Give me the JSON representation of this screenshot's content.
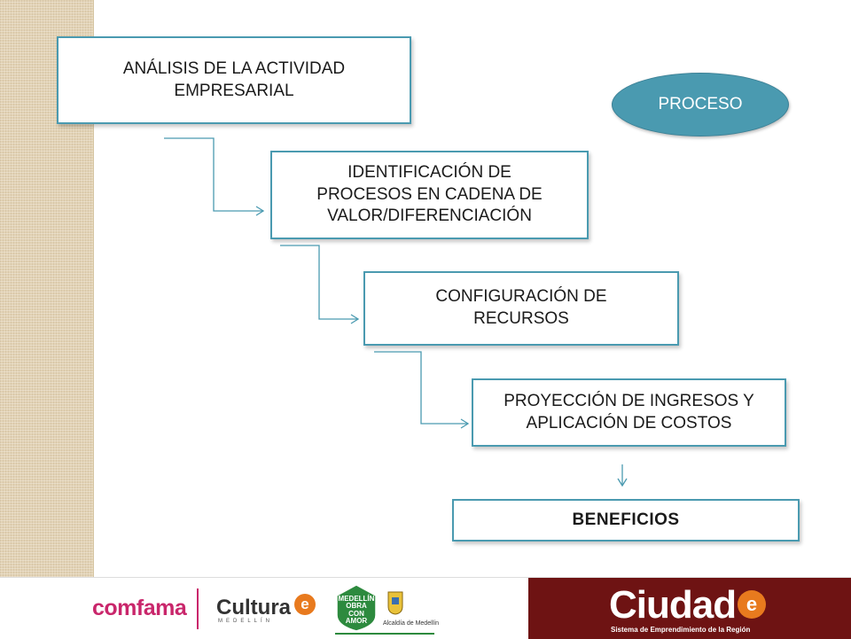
{
  "diagram": {
    "steps": [
      {
        "label": "ANÁLISIS DE LA ACTIVIDAD\nEMPRESARIAL"
      },
      {
        "label": "IDENTIFICACIÓN DE\nPROCESOS EN CADENA DE\nVALOR/DIFERENCIACIÓN"
      },
      {
        "label": "CONFIGURACIÓN  DE\nRECURSOS"
      },
      {
        "label": "PROYECCIÓN DE INGRESOS  Y\nAPLICACIÓN  DE  COSTOS"
      }
    ],
    "result": "BENEFICIOS",
    "process_badge": "PROCESO",
    "accent_color": "#4a9ab0"
  },
  "footer": {
    "comfama": "comfama",
    "cultura": "Cultura",
    "cultura_sub": "MEDELLÍN",
    "e_mark": "e",
    "obra": "MEDELLÍN OBRA CON AMOR",
    "alcaldia": "Alcaldía de Medellín",
    "ciudad": "Ciudad",
    "ciudad_sub": "Sistema de Emprendimiento de la Región",
    "maroon_color": "#6e1313"
  }
}
